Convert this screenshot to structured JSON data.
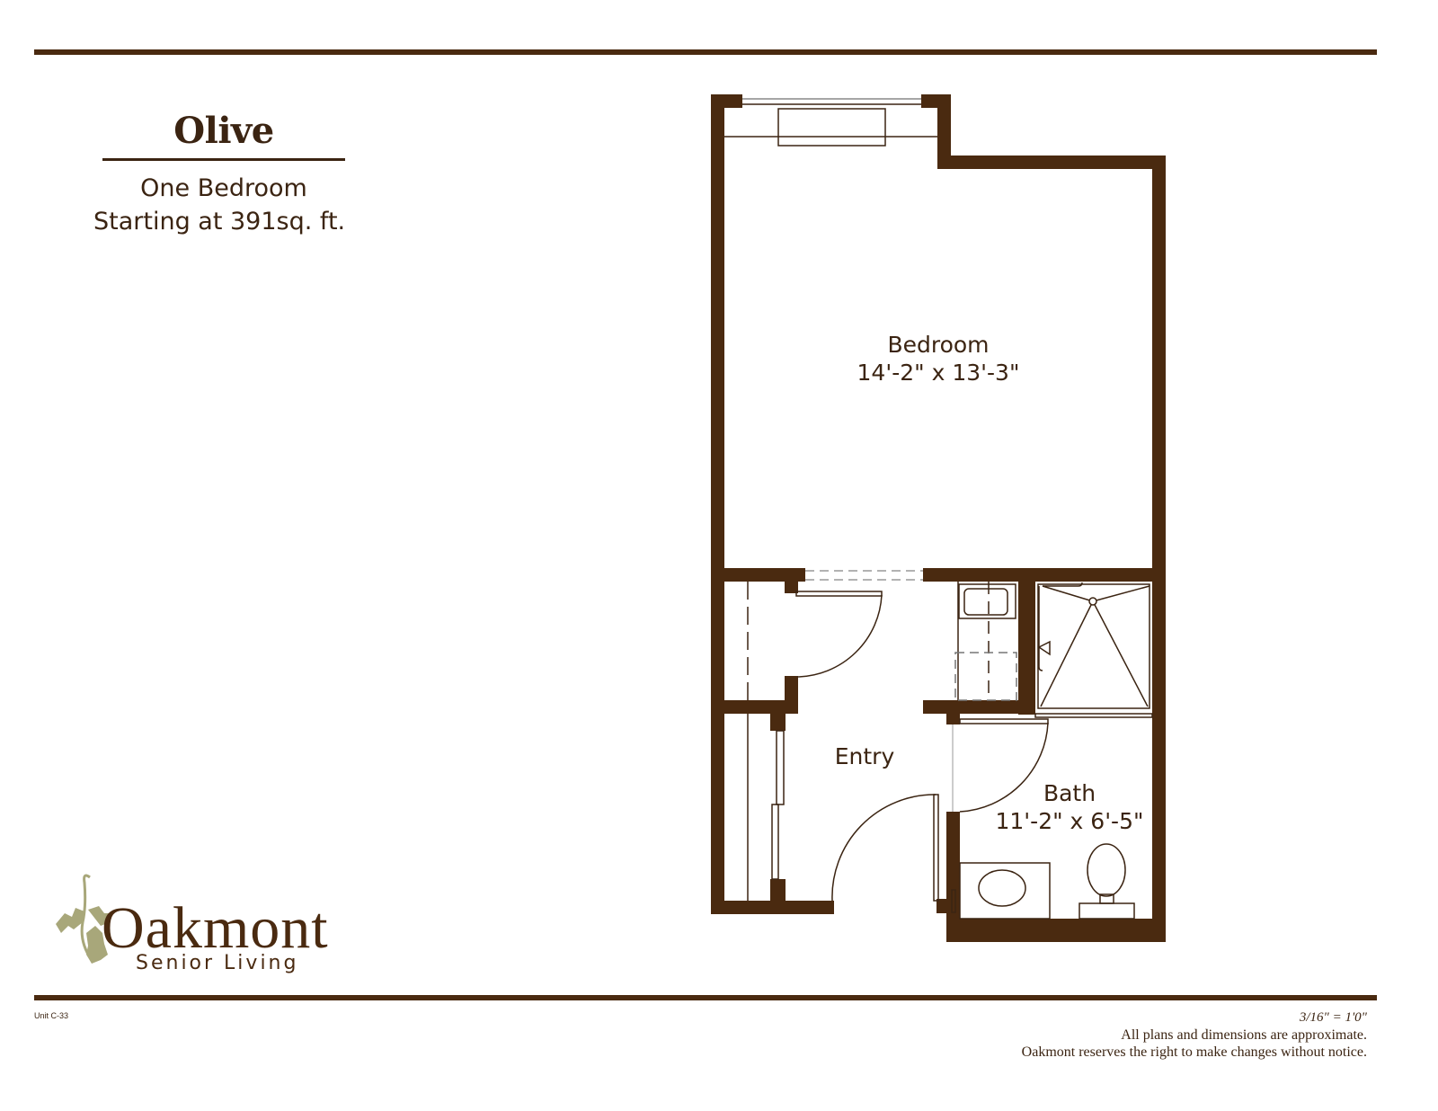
{
  "plan": {
    "name": "Olive",
    "type": "One Bedroom",
    "size_label": "Starting at 391sq. ft."
  },
  "rooms": [
    {
      "name": "Bedroom",
      "dimensions": "14'-2\" x 13'-3\""
    },
    {
      "name": "Entry",
      "dimensions": ""
    },
    {
      "name": "Bath",
      "dimensions": "11'-2\" x 6'-5\""
    }
  ],
  "branding": {
    "logo_name": "Oakmont",
    "logo_tagline": "Senior Living",
    "leaf_icon": "oak-leaf-icon"
  },
  "footer": {
    "unit_id": "Unit C-33",
    "scale": "3/16\" = 1'0\"",
    "disclaimer_lines": [
      "All plans and dimensions are approximate.",
      "Oakmont reserves the right to make changes without notice."
    ]
  },
  "colors": {
    "wall": "#4a2a10",
    "text": "#3b2412",
    "leaf": "#a8a77a",
    "background": "#ffffff"
  }
}
